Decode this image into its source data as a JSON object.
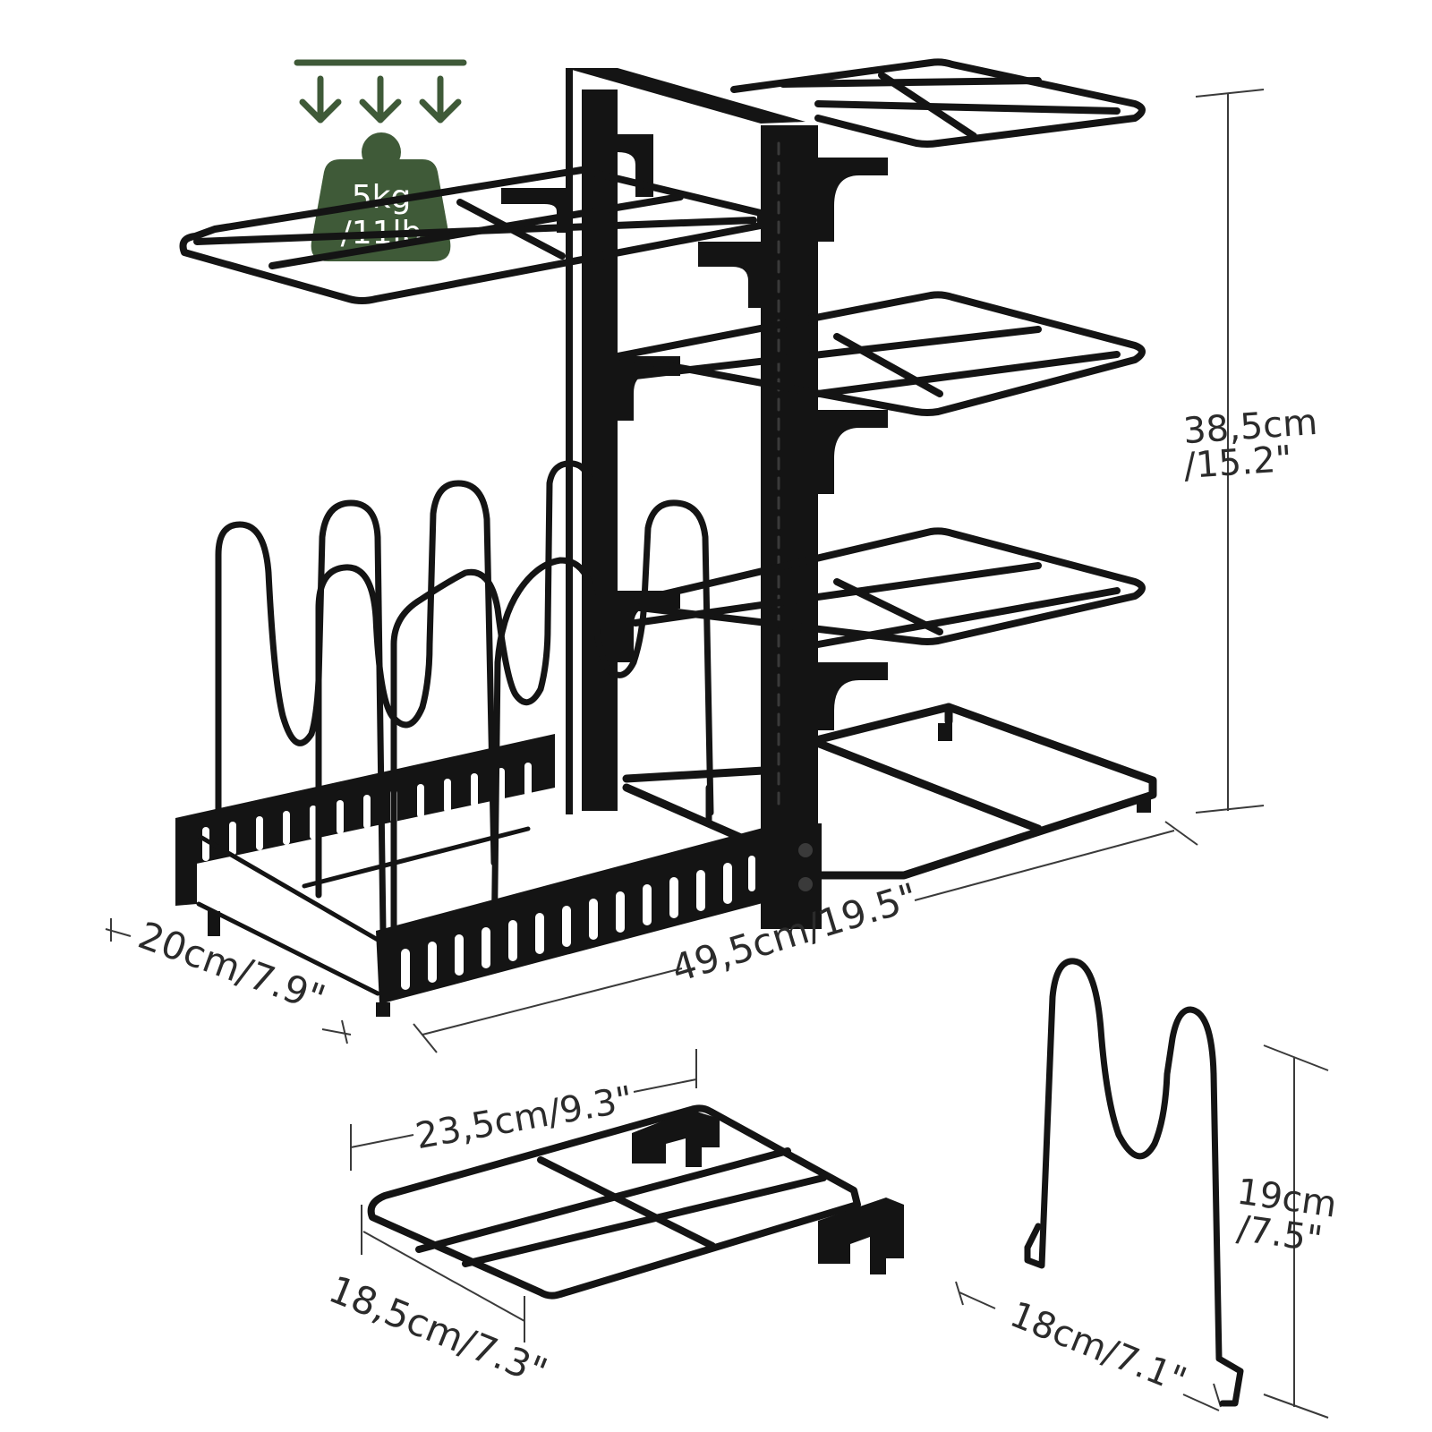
{
  "weight_badge": {
    "line1": "5kg",
    "line2": "/11lb",
    "color": "#3f5a38"
  },
  "dimensions": {
    "height": {
      "line1": "38,5cm",
      "line2": "/15.2\""
    },
    "width": "49,5cm/19.5\"",
    "depth": "20cm/7.9\"",
    "shelf_width": "23,5cm/9.3\"",
    "shelf_depth": "18,5cm/7.3\"",
    "divider_height": {
      "line1": "19cm",
      "line2": "/7.5\""
    },
    "divider_width": "18cm/7.1\""
  },
  "colors": {
    "metal": "#141414",
    "dim_line": "#3a3a3a",
    "background": "#ffffff"
  }
}
